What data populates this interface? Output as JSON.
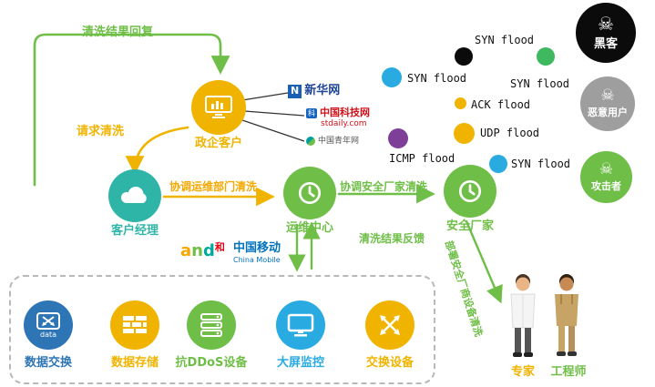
{
  "nodes": {
    "gov_customer": {
      "label": "政企客户",
      "color": "#F0B400"
    },
    "account_manager": {
      "label": "客户经理",
      "color": "#2FB5A8"
    },
    "ops_center": {
      "label": "运维中心",
      "color": "#6FBE47"
    },
    "security_vendor": {
      "label": "安全厂家",
      "color": "#6FBE47"
    }
  },
  "flows": {
    "result_reply": {
      "text": "清洗结果回复",
      "color": "#6FBE47"
    },
    "request_clean": {
      "text": "请求清洗",
      "color": "#F0B400"
    },
    "coord_ops": {
      "text": "协调运维部门清洗",
      "color": "#F5A800"
    },
    "coord_vendor": {
      "text": "协调安全厂家清洗",
      "color": "#6FBE47"
    },
    "result_feedback": {
      "text": "清洗结果反馈",
      "color": "#6FBE47"
    },
    "deploy_vendor": {
      "text": "部署安全厂商设备清洗",
      "color": "#6FBE47"
    }
  },
  "attackers": [
    {
      "label": "黑客",
      "color": "#0B0B0B"
    },
    {
      "label": "恶意用户",
      "color": "#9E9E9E"
    },
    {
      "label": "攻击者",
      "color": "#6FBE47"
    }
  ],
  "attacks": [
    {
      "label": "SYN flood",
      "color": "#0B0B0B"
    },
    {
      "label": "SYN flood",
      "color": "#3FB95F"
    },
    {
      "label": "SYN flood",
      "color": "#29ABE2"
    },
    {
      "label": "ACK flood",
      "color": "#F0B400"
    },
    {
      "label": "UDP flood",
      "color": "#F0B400"
    },
    {
      "label": "ICMP flood",
      "color": "#7D3F98"
    },
    {
      "label": "SYN flood",
      "color": "#29ABE2"
    }
  ],
  "infrastructure": [
    {
      "label": "数据交换",
      "color": "#2E75B6"
    },
    {
      "label": "数据存储",
      "color": "#F0B400"
    },
    {
      "label": "抗DDoS设备",
      "color": "#6FBE47"
    },
    {
      "label": "大屏监控",
      "color": "#29ABE2"
    },
    {
      "label": "交换设备",
      "color": "#F0B400"
    }
  ],
  "people": [
    {
      "label": "专家",
      "color": "#F0B400"
    },
    {
      "label": "工程师",
      "color": "#6FBE47"
    }
  ],
  "logos": {
    "xinhuanet": {
      "mark": "N",
      "name": "新华网"
    },
    "stdaily": {
      "mark": "科",
      "name": "中国科技网",
      "domain": "stdaily.com"
    },
    "youthnet": {
      "name": "中国青年网"
    },
    "and_brand": {
      "a": "a",
      "n": "n",
      "d": "d",
      "he": "和"
    },
    "china_mobile": {
      "name_cn": "中国移动",
      "name_en": "China Mobile"
    }
  },
  "icons": {
    "skull": "☠",
    "data_label": "data"
  }
}
